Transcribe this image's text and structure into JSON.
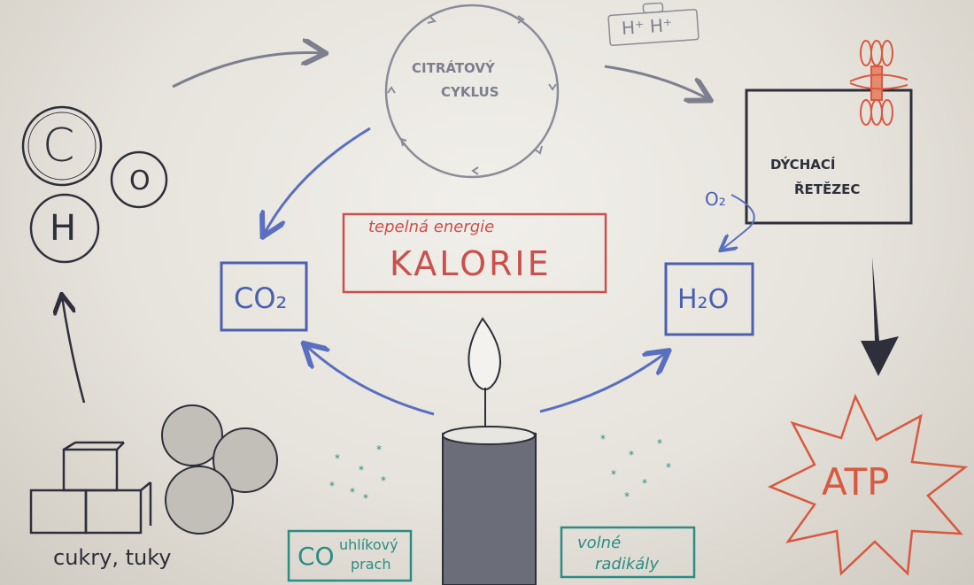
{
  "atoms": {
    "c": "C",
    "o": "O",
    "h": "H"
  },
  "cycle": {
    "line1": "CITRÁTOVÝ",
    "line2": "CYKLUS"
  },
  "briefcase": {
    "label": "H⁺ H⁺"
  },
  "chain": {
    "line1": "DÝCHACÍ",
    "line2": "ŘETĚZEC"
  },
  "oxygen": "O₂",
  "co2": "CO₂",
  "h2o": "H₂O",
  "energy": {
    "subtitle": "tepelná energie",
    "title": "KALORIE"
  },
  "atp": "ATP",
  "sugars": "cukry, tuky",
  "soot": {
    "formula": "CO",
    "line1": "uhlíkový",
    "line2": "prach"
  },
  "radicals": {
    "line1": "volné",
    "line2": "radikály"
  },
  "colors": {
    "dark": "#2e2f3a",
    "gray": "#7d7f8e",
    "blue": "#4b60b0",
    "red": "#c9504c",
    "teal": "#2b8c83",
    "orange": "#d9583f"
  }
}
